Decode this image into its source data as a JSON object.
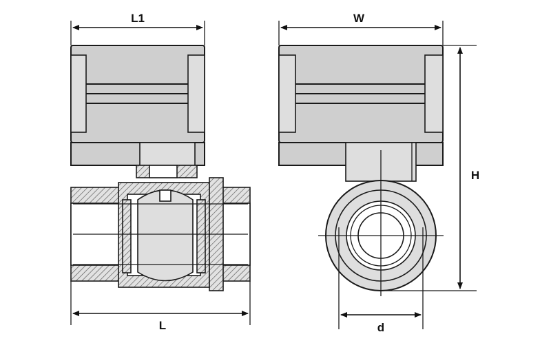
{
  "dimensions": {
    "l1": "L1",
    "w": "W",
    "h": "H",
    "l": "L",
    "d": "d"
  }
}
